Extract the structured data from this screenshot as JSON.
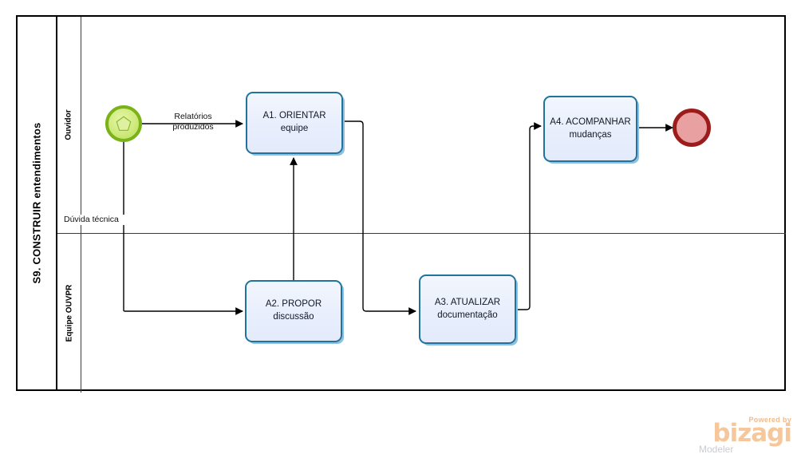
{
  "diagram": {
    "type": "bpmn-process",
    "pool": {
      "name": "S9. CONSTRUIR entendimentos"
    },
    "lanes": [
      {
        "id": "lane-ouvidor",
        "name": "Ouvidor"
      },
      {
        "id": "lane-equipe-ouvpr",
        "name": "Equipe OUVPR"
      }
    ],
    "events": [
      {
        "id": "start-event",
        "name": "",
        "kind": "start-multiple",
        "lane": "Ouvidor"
      },
      {
        "id": "end-event",
        "name": "",
        "kind": "end",
        "lane": "Ouvidor"
      }
    ],
    "tasks": [
      {
        "id": "task-a1",
        "label": "A1. ORIENTAR equipe",
        "lane": "Ouvidor"
      },
      {
        "id": "task-a4",
        "label": "A4. ACOMPANHAR mudanças",
        "lane": "Ouvidor"
      },
      {
        "id": "task-a2",
        "label": "A2. PROPOR discussão",
        "lane": "Equipe OUVPR"
      },
      {
        "id": "task-a3",
        "label": "A3. ATUALIZAR documentação",
        "lane": "Equipe OUVPR"
      }
    ],
    "flow_labels": [
      {
        "id": "flow-relatorios",
        "text_line1": "Relatórios",
        "text_line2": "produzidos"
      },
      {
        "id": "flow-duvida",
        "text_line1": "Dúvida técnica",
        "text_line2": ""
      }
    ],
    "colors": {
      "task_border": "#21729c",
      "task_fill": "#e8eefc",
      "task_shadow": "#8fc0de",
      "start_border": "#7ab317",
      "start_fill": "#cfea7e",
      "end_border": "#9c1b1b",
      "end_fill": "#e8a0a0",
      "pool_border": "#000000",
      "lane_border": "#3c3c3c",
      "connector": "#000000"
    }
  },
  "branding": {
    "powered_by": "Powered by",
    "brand": "bizagi",
    "product": "Modeler",
    "brand_color": "#f6c79b",
    "product_color": "#c9ccd1"
  }
}
